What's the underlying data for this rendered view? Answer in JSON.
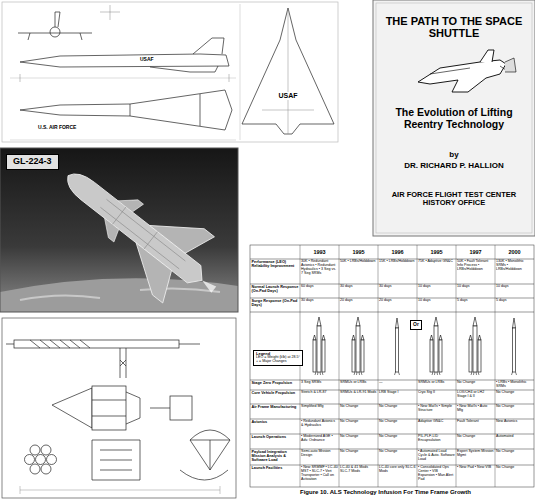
{
  "diagram": {
    "caption": "Figure 10. ALS Technology Infusion For Time Frame Growth",
    "nodes": [
      {
        "text": [
          "THE PATH TO THE SPACE SHUTTLE",
          "The Evolution of Lifting Reentry Technology",
          "by",
          "DR. RICHARD P. HALLION",
          "AIR FORCE FLIGHT TEST CENTER HISTORY OFFICE"
        ]
      },
      {
        "text": [
          "GL-224-3"
        ]
      },
      {
        "text": [
          "Or"
        ]
      },
      {
        "text": [
          "Legend",
          "LEO = Weight (klb) at 28.5°",
          "+ = Major Changes"
        ]
      }
    ],
    "labels": [
      "USAF",
      "USAF",
      "U.S. AIR FORCE",
      "1993",
      "1995",
      "1996",
      "1995",
      "1997",
      "2000",
      "Performance (LEO) Reliability Improvement",
      "Normal Launch Response (On-Pad Days)",
      "Surge Response (On-Pad Days)",
      "Stage Zero Propulsion",
      "Core Vehicle Propulsion",
      "Air Frame Manufacturing",
      "Avionics",
      "Launch Operations",
      "Payload Integration Mission Analysis & Software Load",
      "Launch Facilities",
      "30K • Redundant Avionics • Redundant Hydraulics • 3 Seg vs. 7 Seg SRMs",
      "50K • LRBs/Holddown",
      "15K • LRBs/Holddown",
      "75K • Adaptive GN&C",
      "50K • Fault Tolerant Info Process • LRBs/Holddown",
      "130K • Monolithic SRMs • LRBs/Holddown",
      "60 days",
      "30 days",
      "30 days",
      "10 days",
      "10 days",
      "10 days",
      "30 days",
      "20 days",
      "20 days",
      "10 days",
      "5 days",
      "5 days",
      "3 Seg SRMs",
      "SRMUs or LRBs",
      "—",
      "SRMUs or LRBs",
      "No Change",
      "• LRBs • Monolithic SRMs",
      "Stretch & LR-87",
      "SRMUs & LR-91 Mods",
      "LRB Stage I",
      "Cryo Stg II",
      "LOX/CH4 or LH2 Stage I & II",
      "No Change",
      "Simplified Mfg",
      "No Change",
      "No Change",
      "• New Mat'ls • Simple Structure",
      "• New Mat'ls • Auto Mfg",
      "No Change",
      "• Redundant Avionics & Hydraulics",
      "No Change",
      "No Change",
      "Adaptive GN&C",
      "Fault Tolerant",
      "New Avionics",
      "• Modernized AGE • Adv. Ordnance",
      "No Change",
      "No Change",
      "PIL-PLF-LID Encapsulation",
      "No Change",
      "Automated",
      "Semi-auto Mission Design",
      "No Change",
      "No Change",
      "• Automated Load Cycle & Auto. Software Load",
      "Expert System Mission Mgmt",
      "No Change",
      "• New SRMMF • LC-40 MST • SLC-7 • Vert Transporter • Call on Activation",
      "LC-40 & 41 Mods SLC-7 Mods",
      "LC-40 core only SLC-6 Mods",
      "• Consolidated Ops Center • VIB Expansion • Man Alert Pad",
      "• New Pad • New VIB",
      "No Change"
    ]
  }
}
